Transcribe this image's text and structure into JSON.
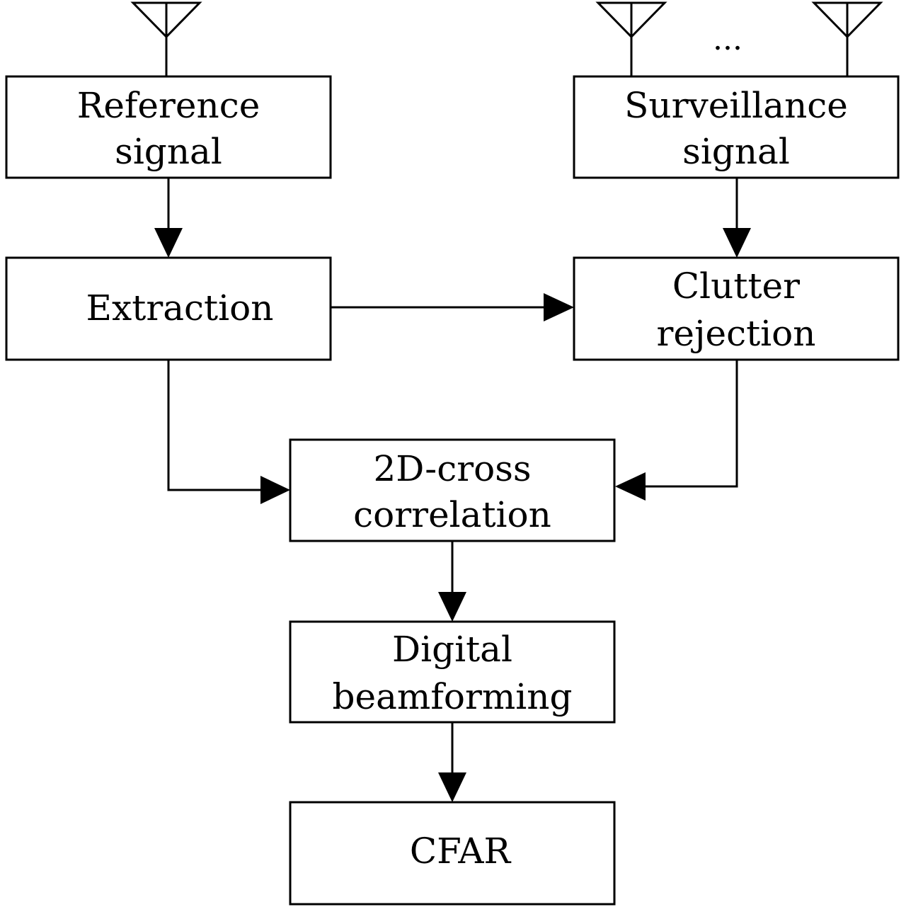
{
  "blocks": {
    "reference": {
      "line1": "Reference",
      "line2": "signal"
    },
    "surveillance": {
      "line1": "Surveillance",
      "line2": "signal"
    },
    "extraction": {
      "line1": "Extraction"
    },
    "clutter": {
      "line1": "Clutter",
      "line2": "rejection"
    },
    "correlation": {
      "line1": "2D-cross",
      "line2": "correlation"
    },
    "beamforming": {
      "line1": "Digital",
      "line2": "beamforming"
    },
    "cfar": {
      "line1": "CFAR"
    }
  },
  "antenna_array": {
    "ellipsis": "..."
  },
  "icons": {
    "antenna": "antenna-icon",
    "arrow": "arrowhead"
  },
  "colors": {
    "stroke": "#000000",
    "background": "#ffffff"
  }
}
